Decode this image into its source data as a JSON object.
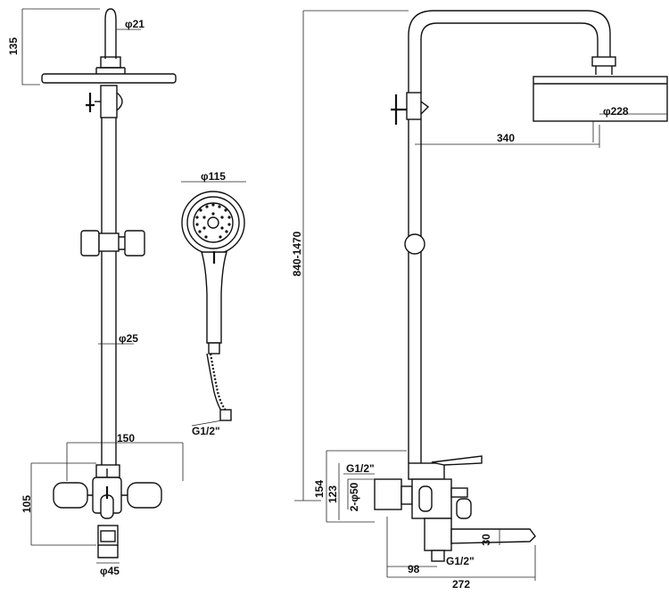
{
  "drawing": {
    "front_view": {
      "head_height": "135",
      "arm_diameter": "φ21",
      "riser_diameter": "φ25",
      "mixer_width": "150",
      "mixer_height": "105",
      "spout_diameter": "φ45"
    },
    "hand_shower": {
      "head_diameter": "φ115",
      "hose_thread": "G1/2\""
    },
    "side_view": {
      "height_range": "840-1470",
      "arm_reach": "340",
      "head_diameter": "φ228",
      "body_height_outer": "154",
      "body_height_inner": "123",
      "inlet_thread": "G1/2\"",
      "inlet_spacing": "2-φ50",
      "spout_height": "30",
      "outlet_thread": "G1/2\"",
      "spout_offset": "98",
      "spout_length": "272"
    }
  }
}
